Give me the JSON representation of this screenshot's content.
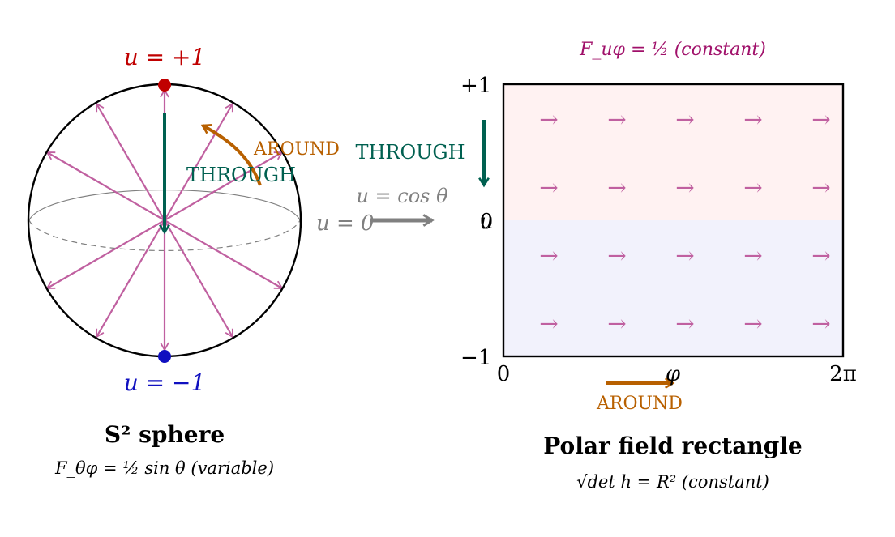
{
  "colors": {
    "red": "#c00000",
    "blue": "#1010c0",
    "magenta": "#c060a0",
    "teal": "#006050",
    "orange": "#b86000",
    "gray": "#808080",
    "purple": "#a0106a",
    "pink_fill": "#fff2f2",
    "blue_fill": "#f2f2fc"
  },
  "sphere": {
    "top_label": "u = +1",
    "bottom_label": "u = −1",
    "equator_label": "u = 0",
    "through_label": "THROUGH",
    "around_label": "AROUND",
    "title": "S² sphere",
    "caption": "F_θφ = ½ sin θ (variable)"
  },
  "map_label": "u = cos θ",
  "rect": {
    "through_label": "THROUGH",
    "around_label": "AROUND",
    "top_caption": "F_uφ = ½ (constant)",
    "y_top_tick": "+1",
    "y_mid_tick_a": "0",
    "y_mid_tick_b": "u",
    "y_bottom_tick": "−1",
    "x_left_tick": "0",
    "x_mid_tick": "φ",
    "x_right_tick": "2π",
    "arrow_glyph": "→",
    "title": "Polar field rectangle",
    "caption": "√det h = R² (constant)"
  }
}
